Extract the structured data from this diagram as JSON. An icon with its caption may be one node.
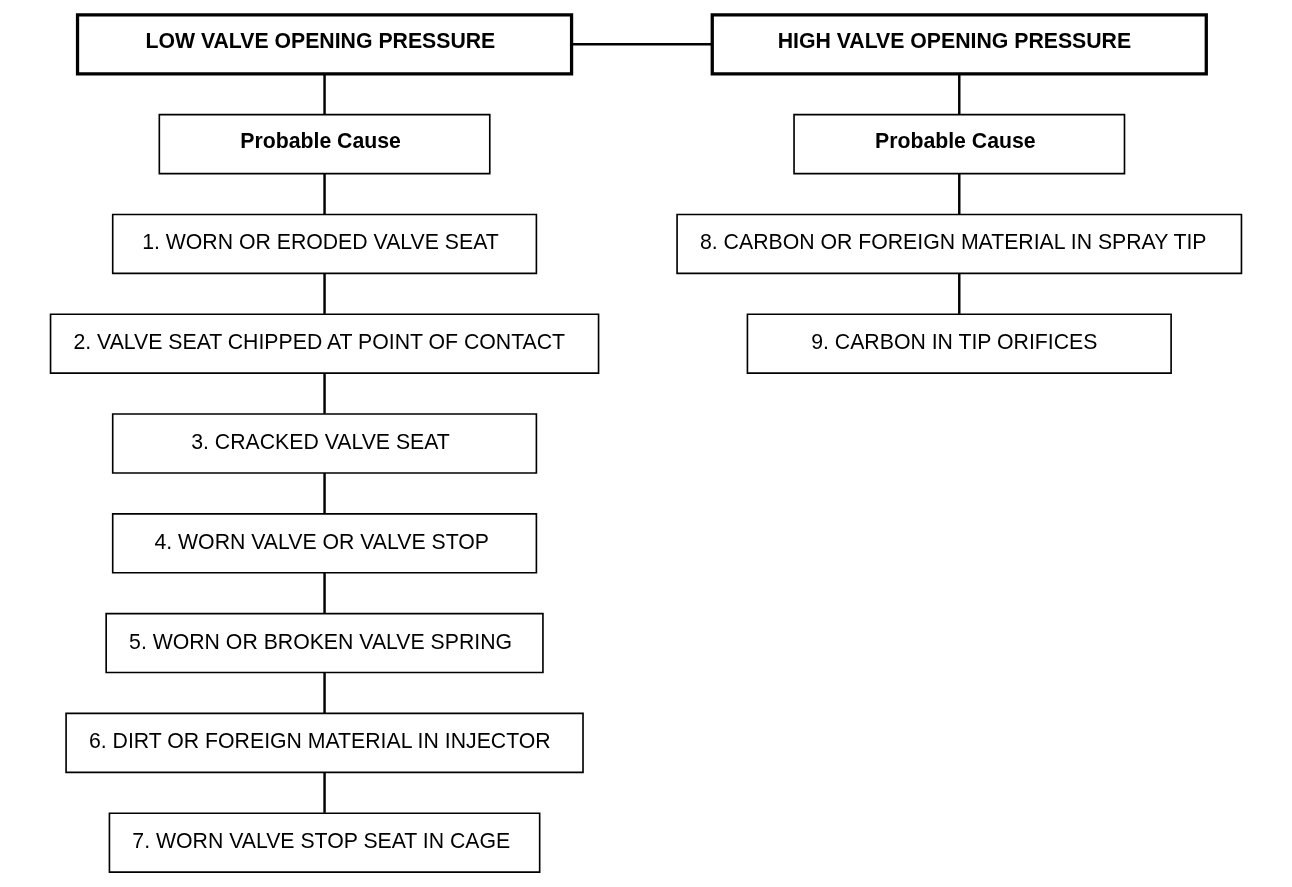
{
  "diagram": {
    "nodes": [
      {
        "text": [
          "LOW VALVE OPENING PRESSURE"
        ]
      },
      {
        "text": [
          "HIGH VALVE OPENING PRESSURE"
        ]
      },
      {
        "text": [
          "Probable Cause"
        ]
      },
      {
        "text": [
          "1. WORN OR ERODED VALVE SEAT"
        ]
      },
      {
        "text": [
          "2. VALVE SEAT CHIPPED AT POINT OF CONTACT"
        ]
      },
      {
        "text": [
          "3. CRACKED VALVE SEAT"
        ]
      },
      {
        "text": [
          "4. WORN VALVE OR VALVE STOP"
        ]
      },
      {
        "text": [
          "5. WORN OR BROKEN VALVE SPRING"
        ]
      },
      {
        "text": [
          "6. DIRT OR FOREIGN MATERIAL IN INJECTOR"
        ]
      },
      {
        "text": [
          "7. WORN VALVE STOP SEAT IN CAGE"
        ]
      },
      {
        "text": [
          "Probable Cause"
        ]
      },
      {
        "text": [
          "8. CARBON OR FOREIGN MATERIAL IN SPRAY TIP"
        ]
      },
      {
        "text": [
          "9. CARBON IN TIP ORIFICES"
        ]
      }
    ],
    "edges": [
      {
        "from": 0,
        "to": 1,
        "arrow": "none"
      },
      {
        "from": 0,
        "to": 2,
        "arrow": "none"
      },
      {
        "from": 2,
        "to": 3,
        "arrow": "none"
      },
      {
        "from": 3,
        "to": 4,
        "arrow": "none"
      },
      {
        "from": 4,
        "to": 5,
        "arrow": "none"
      },
      {
        "from": 5,
        "to": 6,
        "arrow": "none"
      },
      {
        "from": 6,
        "to": 7,
        "arrow": "none"
      },
      {
        "from": 7,
        "to": 8,
        "arrow": "none"
      },
      {
        "from": 8,
        "to": 9,
        "arrow": "none"
      },
      {
        "from": 1,
        "to": 10,
        "arrow": "none"
      },
      {
        "from": 10,
        "to": 11,
        "arrow": "none"
      },
      {
        "from": 11,
        "to": 12,
        "arrow": "none"
      }
    ]
  }
}
